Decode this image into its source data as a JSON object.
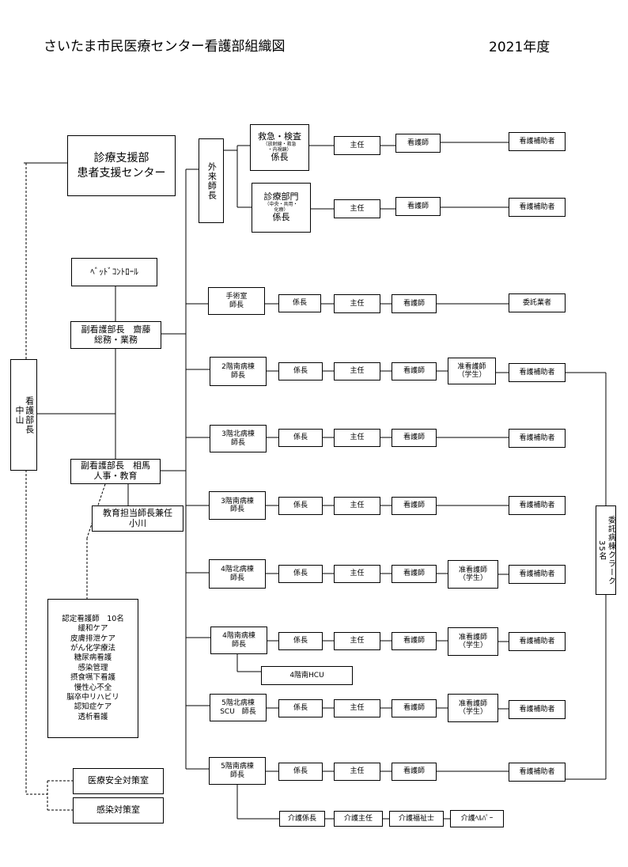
{
  "header": {
    "title": "さいたま市民医療センター看護部組織図",
    "year": "2021年度"
  },
  "left": {
    "director": [
      "看護部長",
      "中山"
    ],
    "shinryo": [
      "診療支援部",
      "患者支援センター"
    ],
    "bed_control": "ﾍﾞｯﾄﾞｺﾝﾄﾛｰﾙ",
    "vice1": [
      "副看護部長　齋藤",
      "総務・業務"
    ],
    "vice2": [
      "副看護部長　相馬",
      "人事・教育"
    ],
    "education": [
      "教育担当師長兼任",
      "小川"
    ],
    "certified": [
      "認定看護師　10名",
      "緩和ケア",
      "皮膚排泄ケア",
      "がん化学療法",
      "糖尿病看護",
      "感染管理",
      "摂食嚥下看護",
      "慢性心不全",
      "脳卒中リハビリ",
      "認知症ケア",
      "透析看護"
    ],
    "safety": "医療安全対策室",
    "infection": "感染対策室"
  },
  "outpatient": {
    "head": "外来師長",
    "emergency": {
      "name": "救急・検査",
      "sub": [
        "（放射線・救急",
        "・内視鏡）"
      ],
      "role": "係長"
    },
    "clinical": {
      "name": "診療部門",
      "sub": [
        "（中央・共用・",
        "化療）"
      ],
      "role": "係長"
    }
  },
  "roles": {
    "chief": "主任",
    "nurse": "看護師",
    "assistant": "看護補助者",
    "kakaricho": "係長",
    "practical": [
      "准看護師",
      "（学生）"
    ],
    "contract": "委託業者"
  },
  "wards": [
    {
      "name": [
        "手術室",
        "師長"
      ]
    },
    {
      "name": [
        "2階南病棟",
        "師長"
      ]
    },
    {
      "name": [
        "3階北病棟",
        "師長"
      ]
    },
    {
      "name": [
        "3階南病棟",
        "師長"
      ]
    },
    {
      "name": [
        "4階北病棟",
        "師長"
      ]
    },
    {
      "name": [
        "4階南病棟",
        "師長"
      ]
    },
    {
      "name": [
        "5階北病棟",
        "SCU　師長"
      ]
    },
    {
      "name": [
        "5階南病棟",
        "師長"
      ]
    }
  ],
  "hcu": "4階南HCU",
  "care": {
    "kakaricho": "介護係長",
    "chief": "介護主任",
    "welfare": "介護福祉士",
    "helper": "介護ﾍﾙﾊﾟｰ"
  },
  "clerk": {
    "name": "委託病棟クラーク",
    "count": "35名"
  }
}
